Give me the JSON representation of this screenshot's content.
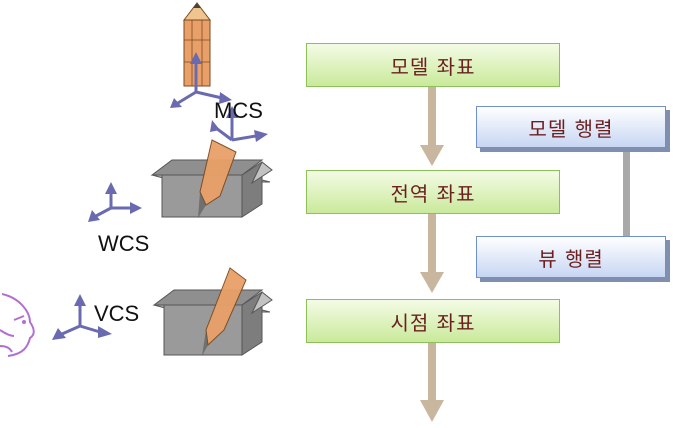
{
  "diagram": {
    "stages": {
      "model": "모델 좌표",
      "world": "전역 좌표",
      "view": "시점 좌표"
    },
    "matrices": {
      "model": "모델 행렬",
      "view": "뷰 행렬"
    },
    "axis_labels": {
      "mcs": "MCS",
      "wcs": "WCS",
      "vcs": "VCS"
    },
    "colors": {
      "stage_fill": "#c9ea9a",
      "matrix_fill": "#c7d6f3",
      "arrow": "#c8b79e",
      "axis": "#6a6ab0",
      "eye": "#b070d0"
    }
  }
}
